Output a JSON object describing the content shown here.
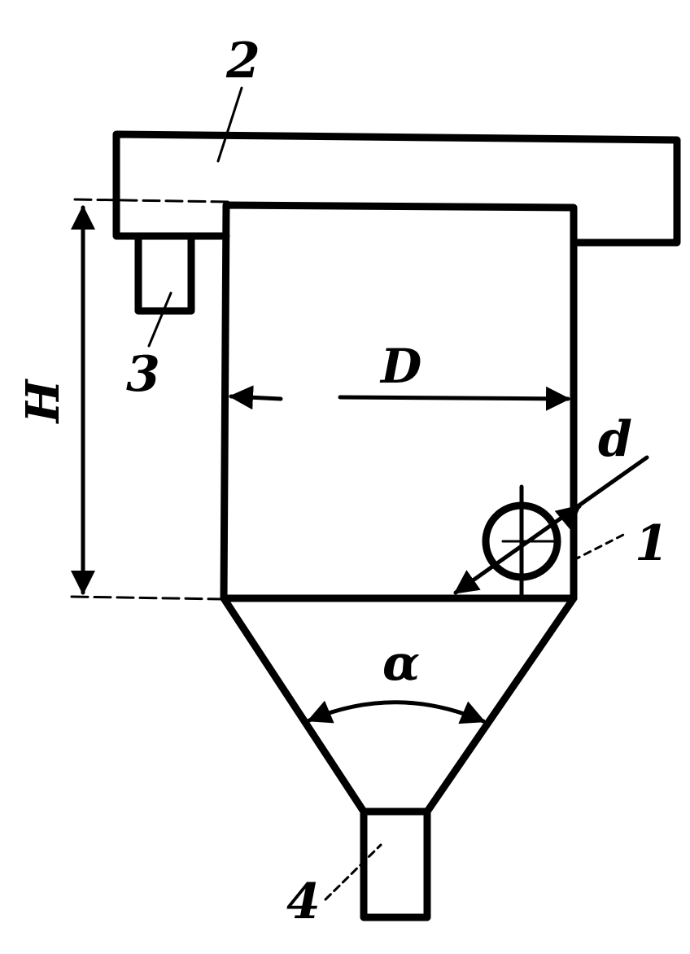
{
  "labels": {
    "part_2": "2",
    "part_3": "3",
    "part_4": "4",
    "part_1": "1",
    "height": "H",
    "diameter": "D",
    "inlet_diameter": "d",
    "cone_angle": "α"
  }
}
